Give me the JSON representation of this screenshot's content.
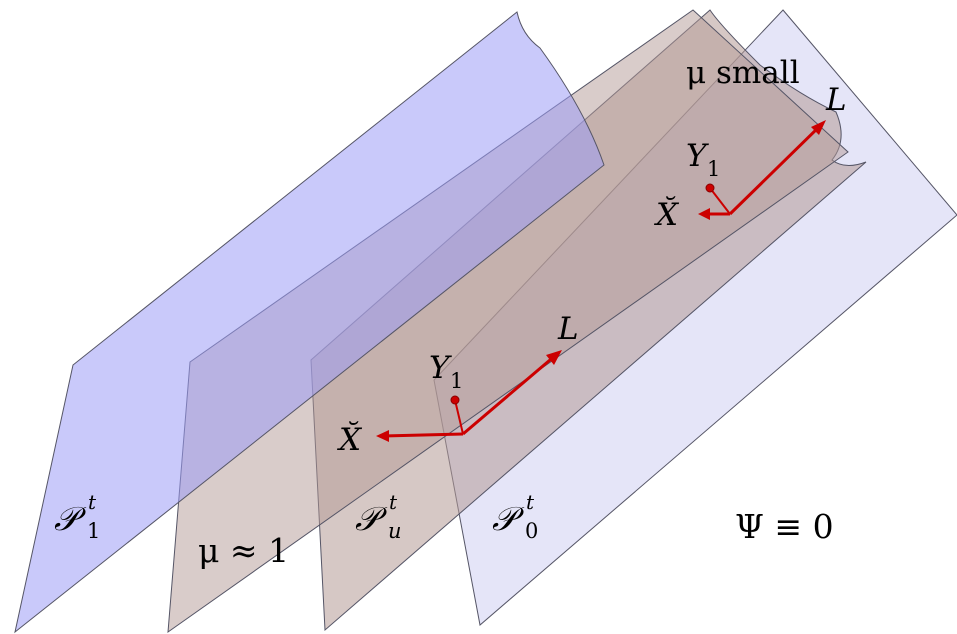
{
  "colors": {
    "blue_sheet": "#9c9cf6",
    "pale_blue_sheet": "#dcdcf6",
    "brown_sheet": "#b49a96",
    "arrow": "#cc0000",
    "arrow_dark": "#8a0000",
    "outline": "#555566"
  },
  "labels": {
    "mu_small": "μ small",
    "mu_approx_one": "μ ≈ 1",
    "psi": "Ψ ≡ 0",
    "P_script": "𝒫",
    "P_sup": "t",
    "P1_sub": "1",
    "Pu_sub": "u",
    "P0_sub": "0",
    "L": "L",
    "Y_main": "Y",
    "Y_sub": "1",
    "X_check": "X̆"
  }
}
